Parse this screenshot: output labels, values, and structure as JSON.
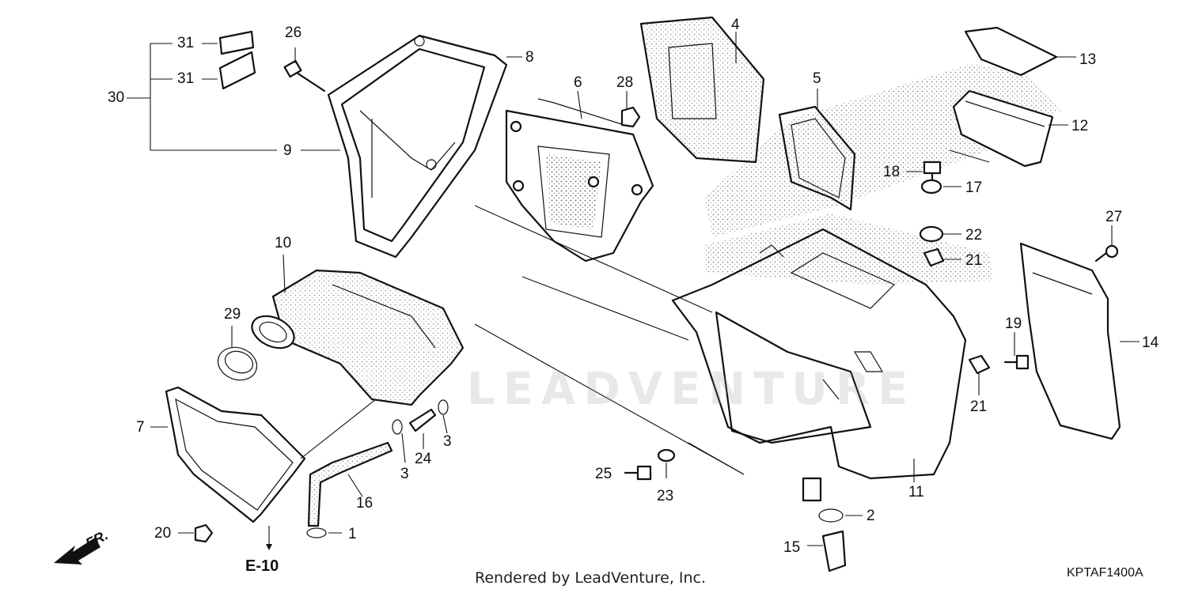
{
  "diagram": {
    "drawing_code": "KPTAF1400A",
    "footer": "Rendered by LeadVenture, Inc.",
    "watermark": "LEADVENTURE",
    "reference": "E-10",
    "direction": "FR.",
    "callouts": {
      "c31a": "31",
      "c31b": "31",
      "c30": "30",
      "c9": "9",
      "c26": "26",
      "c8": "8",
      "c6": "6",
      "c28": "28",
      "c4": "4",
      "c5": "5",
      "c13": "13",
      "c12": "12",
      "c18": "18",
      "c17": "17",
      "c22": "22",
      "c21a": "21",
      "c27": "27",
      "c14": "14",
      "c19": "19",
      "c21b": "21",
      "c10": "10",
      "c29": "29",
      "c7": "7",
      "c3a": "3",
      "c3b": "3",
      "c24": "24",
      "c16": "16",
      "c1": "1",
      "c20": "20",
      "c25": "25",
      "c23": "23",
      "c11": "11",
      "c2": "2",
      "c15": "15"
    }
  }
}
